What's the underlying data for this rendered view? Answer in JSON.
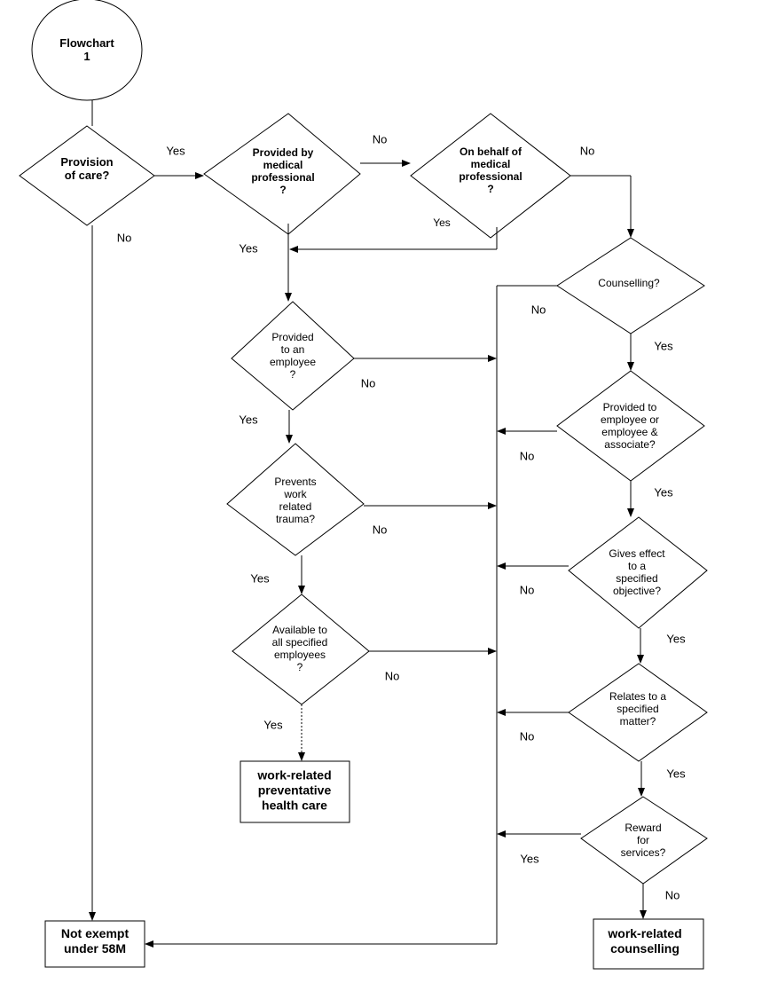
{
  "nodes": {
    "start": "Flowchart\n1",
    "provision_of_care": "Provision\nof care?",
    "provided_by_medical": "Provided by\nmedical\nprofessional\n?",
    "on_behalf_of_medical": "On behalf of\nmedical\nprofessional\n?",
    "counselling": "Counselling?",
    "provided_to_employee": "Provided\nto an\nemployee\n?",
    "prevents_trauma": "Prevents\nwork\nrelated\ntrauma?",
    "available_to_all": "Available to\nall specified\nemployees\n?",
    "work_related_preventative": "work-related\npreventative\nhealth care",
    "provided_to_employee_associate": "Provided to\nemployee or\nemployee &\nassociate?",
    "gives_effect": "Gives effect\nto a\nspecified\nobjective?",
    "relates_to_matter": "Relates to a\nspecified\nmatter?",
    "reward_for_services": "Reward\nfor\nservices?",
    "not_exempt": "Not exempt\nunder 58M",
    "work_related_counselling": "work-related\ncounselling"
  },
  "edge_labels": {
    "yes": "Yes",
    "no": "No"
  }
}
